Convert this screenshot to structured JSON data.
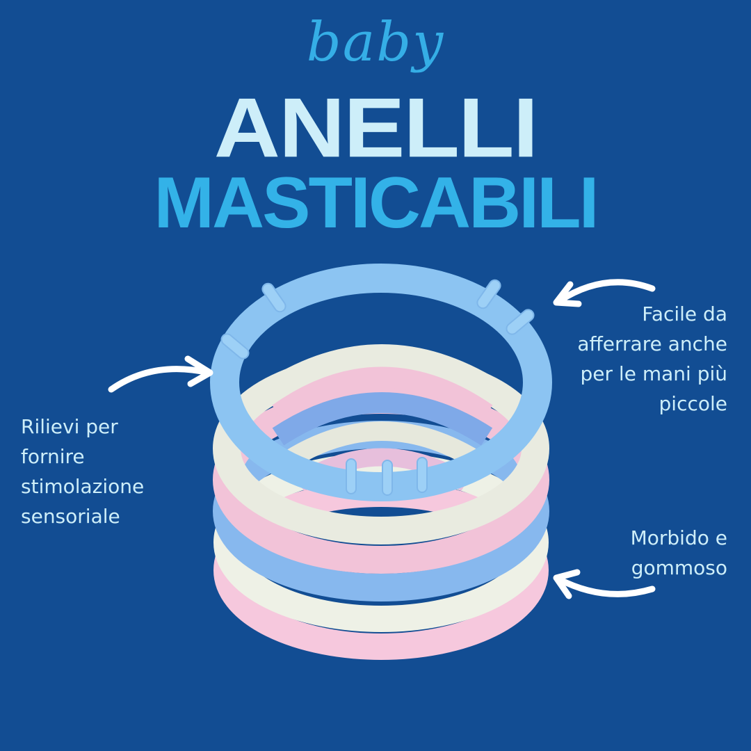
{
  "header": {
    "script_word": "baby",
    "title_line1": "ANELLI",
    "title_line2": "MASTICABILI"
  },
  "callouts": {
    "top_right": [
      "Facile da",
      "afferrare anche",
      "per le mani più",
      "piccole"
    ],
    "left": [
      "Rilievi per",
      "fornire",
      "stimolazione",
      "sensoriale"
    ],
    "bottom_right": [
      "Morbido e",
      "gommoso"
    ]
  },
  "product": {
    "name": "stacked-teething-rings",
    "ring_colors": [
      "#8cc4f2",
      "#e9ebe0",
      "#f2c3d8",
      "#87b8ee",
      "#eef1e6",
      "#f6c8dd"
    ]
  },
  "colors": {
    "background": "#124d93",
    "script": "#35aee6",
    "title_light": "#cdeef9",
    "title_bright": "#33b2e8",
    "text": "#cdeef9",
    "arrows": "#ffffff"
  }
}
